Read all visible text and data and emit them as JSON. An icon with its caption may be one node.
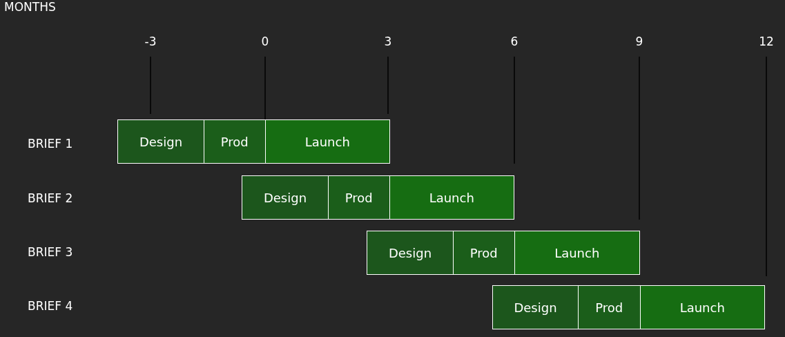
{
  "diagram": {
    "nodes": [
      {
        "text": [
          "Design"
        ]
      },
      {
        "text": [
          "Prod"
        ]
      },
      {
        "text": [
          "Launch"
        ]
      },
      {
        "text": [
          "Design"
        ]
      },
      {
        "text": [
          "Prod"
        ]
      },
      {
        "text": [
          "Launch"
        ]
      },
      {
        "text": [
          "Design"
        ]
      },
      {
        "text": [
          "Prod"
        ]
      },
      {
        "text": [
          "Launch"
        ]
      },
      {
        "text": [
          "Design"
        ]
      },
      {
        "text": [
          "Prod"
        ]
      },
      {
        "text": [
          "Launch"
        ]
      }
    ],
    "edges": [],
    "labels": [
      "MONTHS",
      "-3",
      "0",
      "3",
      "6",
      "9",
      "12",
      "BRIEF 1",
      "BRIEF 2",
      "BRIEF 3",
      "BRIEF 4"
    ]
  }
}
